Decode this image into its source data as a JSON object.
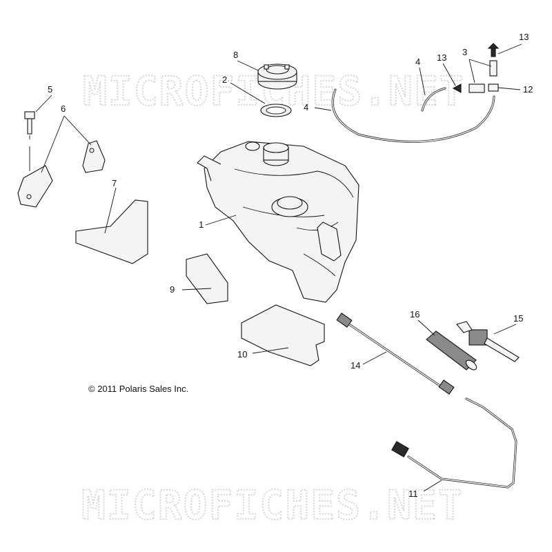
{
  "watermark_text": "MICROFICHES.NET",
  "copyright": "© 2011 Polaris Sales Inc.",
  "callouts": [
    {
      "id": "c1",
      "label": "1"
    },
    {
      "id": "c2",
      "label": "2"
    },
    {
      "id": "c3",
      "label": "3"
    },
    {
      "id": "c4a",
      "label": "4"
    },
    {
      "id": "c4b",
      "label": "4"
    },
    {
      "id": "c5",
      "label": "5"
    },
    {
      "id": "c6",
      "label": "6"
    },
    {
      "id": "c7",
      "label": "7"
    },
    {
      "id": "c8",
      "label": "8"
    },
    {
      "id": "c9",
      "label": "9"
    },
    {
      "id": "c10",
      "label": "10"
    },
    {
      "id": "c11",
      "label": "11"
    },
    {
      "id": "c12",
      "label": "12"
    },
    {
      "id": "c13a",
      "label": "13"
    },
    {
      "id": "c13b",
      "label": "13"
    },
    {
      "id": "c14",
      "label": "14"
    },
    {
      "id": "c15",
      "label": "15"
    },
    {
      "id": "c16",
      "label": "16"
    }
  ]
}
